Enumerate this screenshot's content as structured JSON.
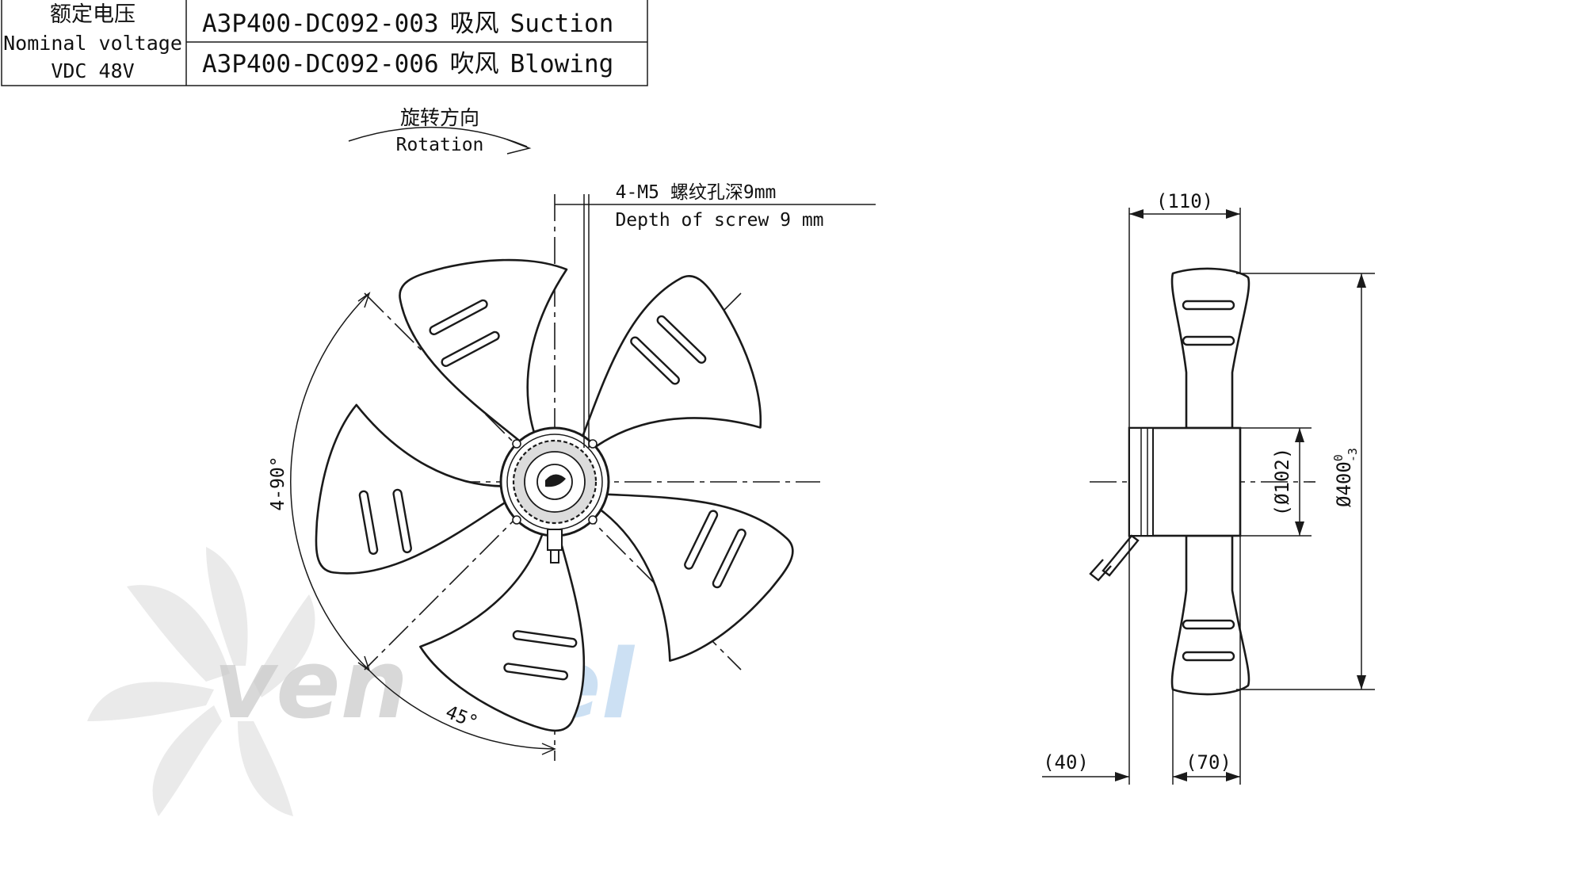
{
  "title_block": {
    "left_cell": {
      "line1": "额定电压",
      "line2": "Nominal voltage",
      "line3": "VDC 48V"
    },
    "rows": [
      {
        "model": "A3P400-DC092-003",
        "type_cn": "吸风",
        "type_en": "Suction"
      },
      {
        "model": "A3P400-DC092-006",
        "type_cn": "吹风",
        "type_en": "Blowing"
      }
    ]
  },
  "rotation": {
    "label_cn": "旋转方向",
    "label_en": "Rotation"
  },
  "screw_note": {
    "line1": "4-M5 螺纹孔深9mm",
    "line2": "Depth of screw 9 mm"
  },
  "front_view": {
    "angle_blades": "4-90°",
    "angle_offset": "45°"
  },
  "side_view": {
    "dim_top": "(110)",
    "dim_hub_diameter": "(Ø102)",
    "dim_fan_diameter": "Ø400",
    "dim_fan_tol_upper": "0",
    "dim_fan_tol_lower": "-3",
    "dim_left": "(40)",
    "dim_right": "(70)"
  },
  "watermark": {
    "part1": "ven",
    "part2": "tel"
  },
  "colors": {
    "line": "#1a1a1a",
    "watermark_gray": "#c8c8c8",
    "watermark_blue": "#bcd6f0"
  }
}
